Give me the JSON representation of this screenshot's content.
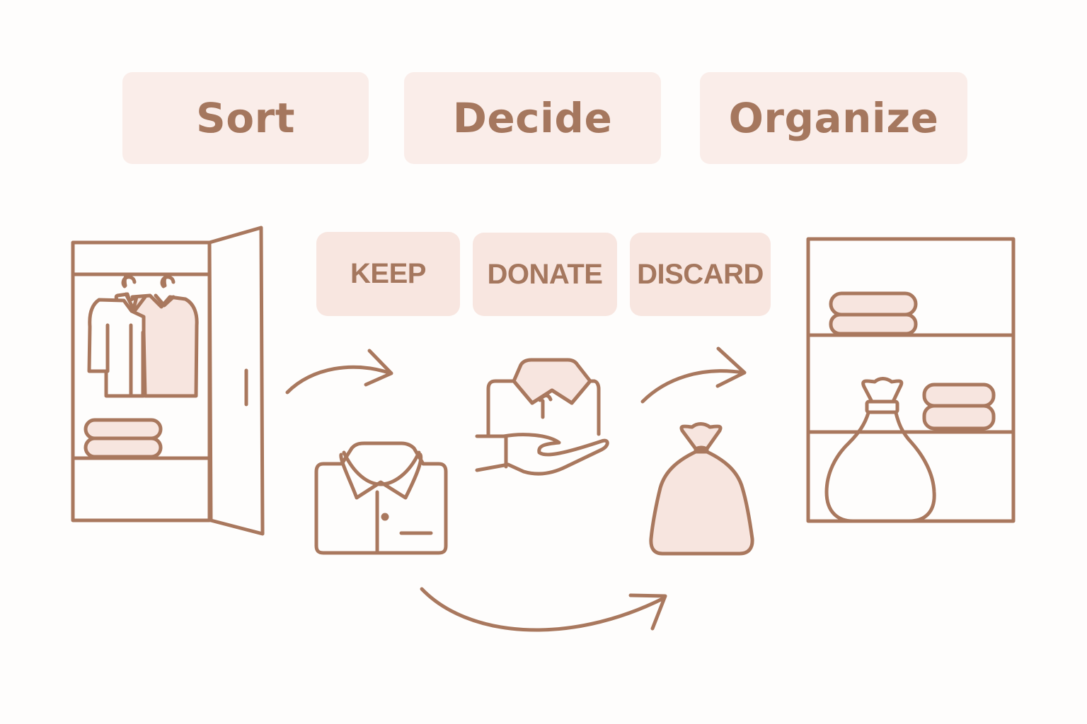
{
  "colors": {
    "background": "#fefdfc",
    "box_fill": "#faede9",
    "decision_fill": "#f8e6e0",
    "stroke": "#a9785e",
    "text": "#a5775e",
    "icon_fill": "#f7e5df"
  },
  "steps": [
    {
      "label": "Sort"
    },
    {
      "label": "Decide"
    },
    {
      "label": "Organize"
    }
  ],
  "decisions": [
    {
      "label": "KEEP"
    },
    {
      "label": "DONATE"
    },
    {
      "label": "DISCARD"
    }
  ],
  "icons": {
    "start": "open-wardrobe-icon",
    "keep": "folded-shirt-icon",
    "donate": "hand-holding-shirt-icon",
    "discard": "sack-icon",
    "end": "organized-shelf-icon",
    "arrows": [
      "curved-arrow-icon",
      "curved-arrow-icon",
      "curved-arrow-icon"
    ]
  }
}
